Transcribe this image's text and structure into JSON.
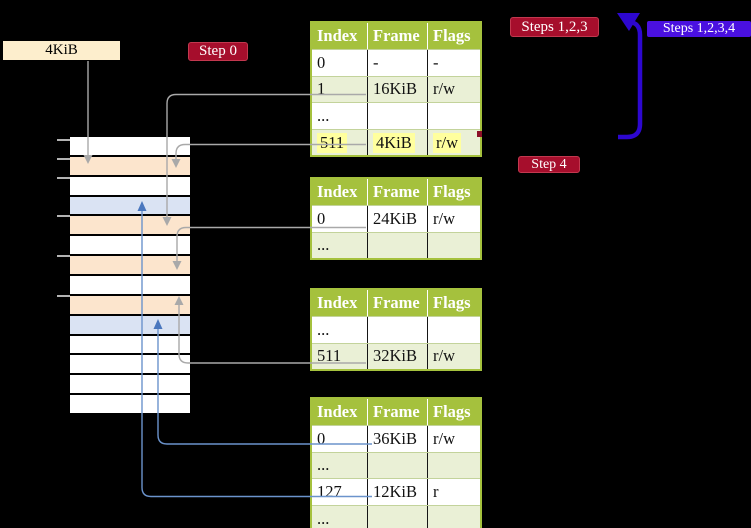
{
  "figure": {
    "memory_label": "4KiB",
    "badges": {
      "step0": "Step 0",
      "steps123": "Steps 1,2,3",
      "steps1234": "Steps 1,2,3,4",
      "step4": "Step 4"
    }
  },
  "page_tables": [
    {
      "name": "table-top",
      "headers": [
        "Index",
        "Frame",
        "Flags"
      ],
      "rows": [
        {
          "cells": [
            "0",
            "-",
            "-"
          ],
          "shaded": false,
          "hl": false
        },
        {
          "cells": [
            "1",
            "16KiB",
            "r/w"
          ],
          "shaded": true,
          "hl": false
        },
        {
          "cells": [
            "...",
            "",
            ""
          ],
          "shaded": false,
          "hl": false
        },
        {
          "cells": [
            "511",
            "4KiB",
            "r/w"
          ],
          "shaded": true,
          "hl": true
        }
      ]
    },
    {
      "name": "table-second",
      "headers": [
        "Index",
        "Frame",
        "Flags"
      ],
      "rows": [
        {
          "cells": [
            "0",
            "24KiB",
            "r/w"
          ],
          "shaded": false,
          "hl": false
        },
        {
          "cells": [
            "...",
            "",
            ""
          ],
          "shaded": true,
          "hl": false
        }
      ]
    },
    {
      "name": "table-third",
      "headers": [
        "Index",
        "Frame",
        "Flags"
      ],
      "rows": [
        {
          "cells": [
            "...",
            "",
            ""
          ],
          "shaded": false,
          "hl": false
        },
        {
          "cells": [
            "511",
            "32KiB",
            "r/w"
          ],
          "shaded": true,
          "hl": false
        }
      ]
    },
    {
      "name": "table-bottom",
      "headers": [
        "Index",
        "Frame",
        "Flags"
      ],
      "rows": [
        {
          "cells": [
            "0",
            "36KiB",
            "r/w"
          ],
          "shaded": false,
          "hl": false
        },
        {
          "cells": [
            "...",
            "",
            ""
          ],
          "shaded": true,
          "hl": false
        },
        {
          "cells": [
            "127",
            "12KiB",
            "r"
          ],
          "shaded": false,
          "hl": false
        },
        {
          "cells": [
            "...",
            "",
            ""
          ],
          "shaded": true,
          "hl": false
        }
      ]
    }
  ],
  "memory_stack": {
    "rows": [
      "white",
      "peach",
      "white",
      "blue",
      "peach",
      "white",
      "peach",
      "white",
      "peach",
      "blue",
      "white",
      "white",
      "white",
      "white"
    ]
  },
  "connections": [
    {
      "from": "memory-label-4KiB",
      "to": "memory-row-2",
      "color": "gray"
    },
    {
      "from": "table-top-row-1",
      "to": "memory-row-5",
      "color": "gray"
    },
    {
      "from": "table-top-row-511",
      "to": "memory-row-2",
      "color": "gray"
    },
    {
      "from": "table-second-row-0",
      "to": "memory-row-7",
      "color": "gray"
    },
    {
      "from": "table-third-row-511",
      "to": "memory-row-9",
      "color": "gray"
    },
    {
      "from": "table-bottom-row-0",
      "to": "memory-row-10",
      "color": "blue"
    },
    {
      "from": "table-bottom-row-127",
      "to": "memory-row-4",
      "color": "blue"
    },
    {
      "from": "steps-1-2-3-4-label",
      "to": "table-top",
      "color": "bracket-blue"
    }
  ],
  "colors": {
    "background": "#000000",
    "table_header_bg": "#a5c13d",
    "table_row_shaded": "#eaf0d6",
    "highlight_yellow": "#ffff9e",
    "stack_frame_peach": "#fce5cd",
    "stack_frame_blue": "#dae3f3",
    "memory_label_bg": "#fdeecd",
    "badge_red": "#a60e2c",
    "badge_blue": "#4a10e0",
    "connector_gray": "#a9a9a9",
    "connector_blue": "#6b93cc",
    "bracket_arrow_blue": "#2d07d0"
  }
}
